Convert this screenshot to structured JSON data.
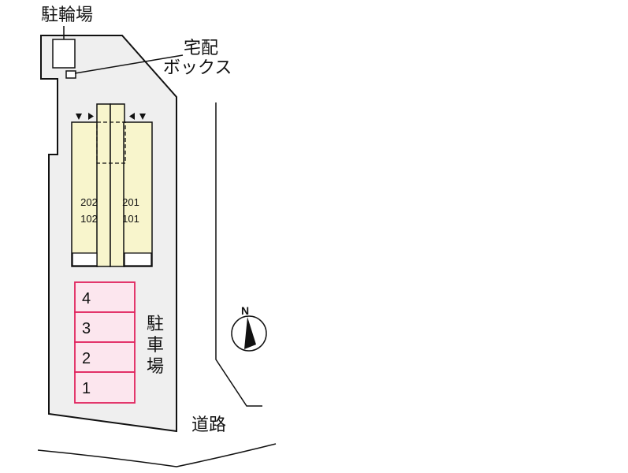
{
  "labels": {
    "bicycle_parking": "駐輪場",
    "delivery_box_line1": "宅配",
    "delivery_box_line2": "ボックス",
    "parking_lot_chars": [
      "駐",
      "車",
      "場"
    ],
    "road": "道路",
    "north": "N"
  },
  "building": {
    "left_unit_upper": "202",
    "left_unit_lower": "102",
    "right_unit_upper": "201",
    "right_unit_lower": "101"
  },
  "parking_slots": [
    "4",
    "3",
    "2",
    "1"
  ],
  "colors": {
    "lot_fill": "#efefef",
    "building_fill": "#f8f5cc",
    "parking_fill": "#fce6ee",
    "parking_stroke": "#e0245e",
    "outline": "#111111"
  }
}
